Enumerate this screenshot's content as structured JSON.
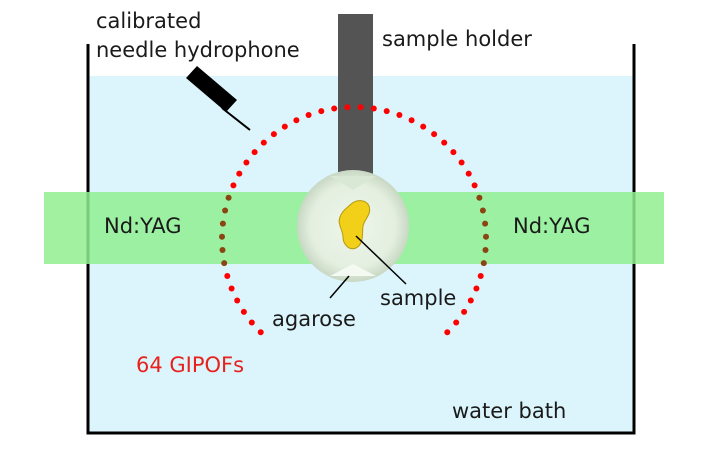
{
  "labels": {
    "hydrophone_line1": "calibrated",
    "hydrophone_line2": "needle hydrophone",
    "sample_holder": "sample holder",
    "laser_left": "Nd:YAG",
    "laser_right": "Nd:YAG",
    "sample": "sample",
    "agarose": "agarose",
    "gipofs": "64 GIPOFs",
    "water_bath": "water bath"
  },
  "fiber_count_label": "64 GIPOFs",
  "colors": {
    "water": "#dcf5fc",
    "laser": "#90ee90",
    "fiber_dots": "#ff0000",
    "fiber_dots_in_beam": "#8b4513",
    "holder": "#545454",
    "sample": "#f2d01a",
    "agarose": "#e8f2e4",
    "tank_outline": "#000000",
    "gipofs_text": "#e8211d"
  },
  "icons": {
    "hydrophone": "needle-hydrophone-icon"
  }
}
